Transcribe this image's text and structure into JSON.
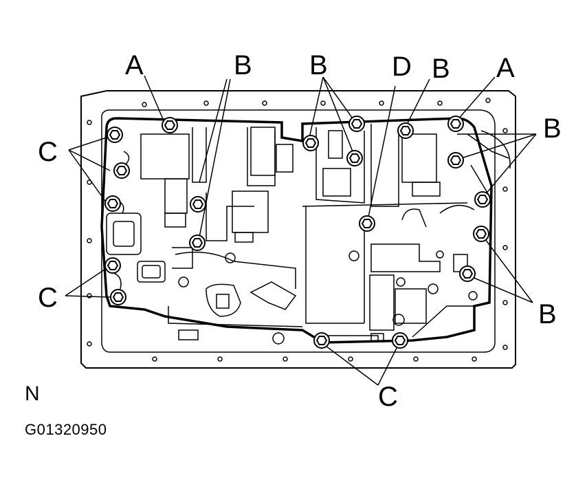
{
  "figure": {
    "orientation_label": "N",
    "figure_code": "G01320950"
  },
  "callouts": {
    "a_top_left": "A",
    "b_top_left": "B",
    "b_top_mid": "B",
    "d_top": "D",
    "b_top_right": "B",
    "a_top_right": "A",
    "c_left_upper": "C",
    "c_left_lower": "C",
    "b_right_upper": "B",
    "b_right_lower": "B",
    "c_bottom": "C"
  },
  "colors": {
    "ink": "#000000",
    "paper": "#ffffff"
  }
}
